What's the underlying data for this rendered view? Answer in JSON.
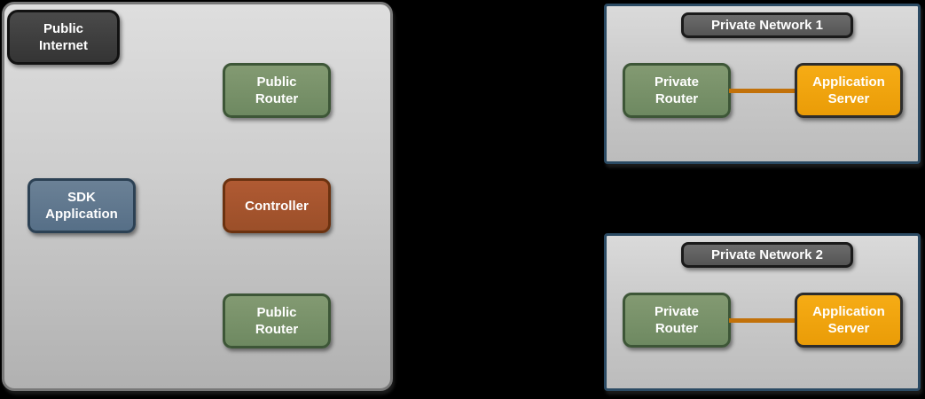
{
  "diagram": {
    "background_color": "#000000",
    "colors": {
      "zone_fill_top": "#dedede",
      "zone_fill_bottom": "#b1b1b1",
      "public_zone_border": "#787878",
      "private_zone_border": "#2b4a63",
      "node_green_fill": "#78916c",
      "node_green_border": "#3d5637",
      "node_blue_fill": "#60788e",
      "node_blue_border": "#2c4154",
      "node_rust_fill": "#a5552f",
      "node_rust_border": "#6b3210",
      "node_orange_fill": "#f1a30c",
      "node_orange_border": "#2d2d2d",
      "badge_dark_fill": "#3e3e3e",
      "badge_title_fill": "#5f5f5f",
      "connector_orange": "#c27109",
      "label_text": "#ffffff"
    }
  },
  "public_zone": {
    "label": "Public\nInternet",
    "nodes": {
      "public_router_top": "Public\nRouter",
      "sdk_application": "SDK\nApplication",
      "controller": "Controller",
      "public_router_bottom": "Public\nRouter"
    }
  },
  "private_networks": [
    {
      "title": "Private Network 1",
      "router_label": "Private\nRouter",
      "server_label": "Application\nServer"
    },
    {
      "title": "Private Network 2",
      "router_label": "Private\nRouter",
      "server_label": "Application\nServer"
    }
  ]
}
